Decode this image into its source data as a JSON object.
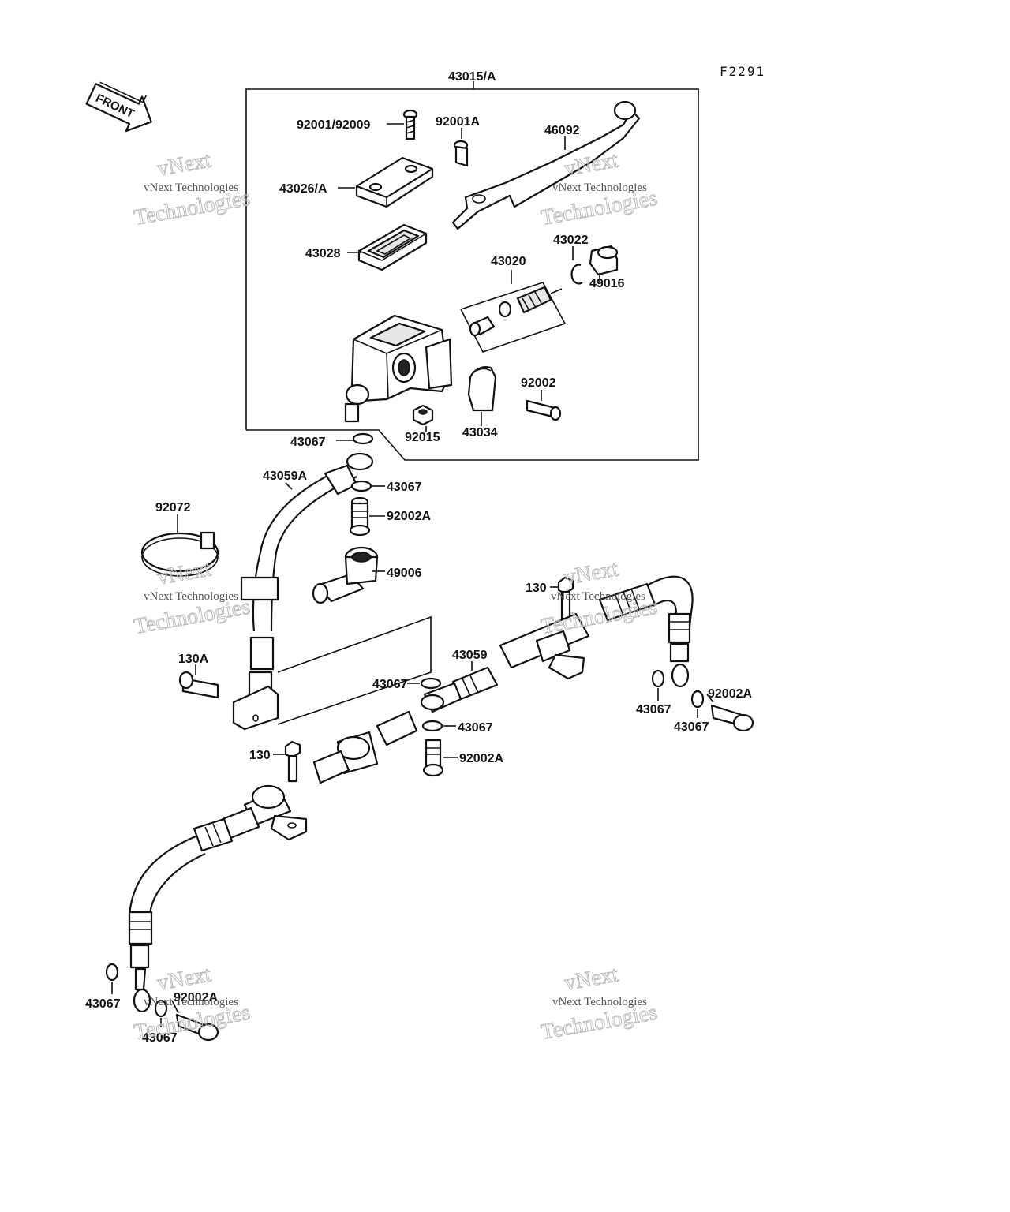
{
  "figure_code": "F2291",
  "front_label": "FRONT",
  "watermark": {
    "line1": "vNext",
    "line2": "vNext Technologies",
    "line3": "Technologies"
  },
  "labels": {
    "assy": "43015/A",
    "screw": "92001/92009",
    "pin": "92001A",
    "lever": "46092",
    "cap": "43026/A",
    "diaphragm": "43028",
    "piston_kit": "43020",
    "circlip": "43022",
    "boot": "49016",
    "clamp_bolt": "92002",
    "nut": "92015",
    "clamp": "43034",
    "washer_top": "43067",
    "hose_upper": "43059A",
    "washer_2": "43067",
    "bolt_2": "92002A",
    "band": "92072",
    "cover": "49006",
    "bolt_130a": "130A",
    "bolt_130_top": "130",
    "hose_lower": "43059",
    "washer_mid": "43067",
    "washer_mid2": "43067",
    "bolt_mid": "92002A",
    "bolt_130_mid": "130",
    "washer_r1": "43067",
    "bolt_r": "92002A",
    "washer_r2": "43067",
    "washer_l1": "43067",
    "bolt_l": "92002A",
    "washer_l2": "43067"
  }
}
